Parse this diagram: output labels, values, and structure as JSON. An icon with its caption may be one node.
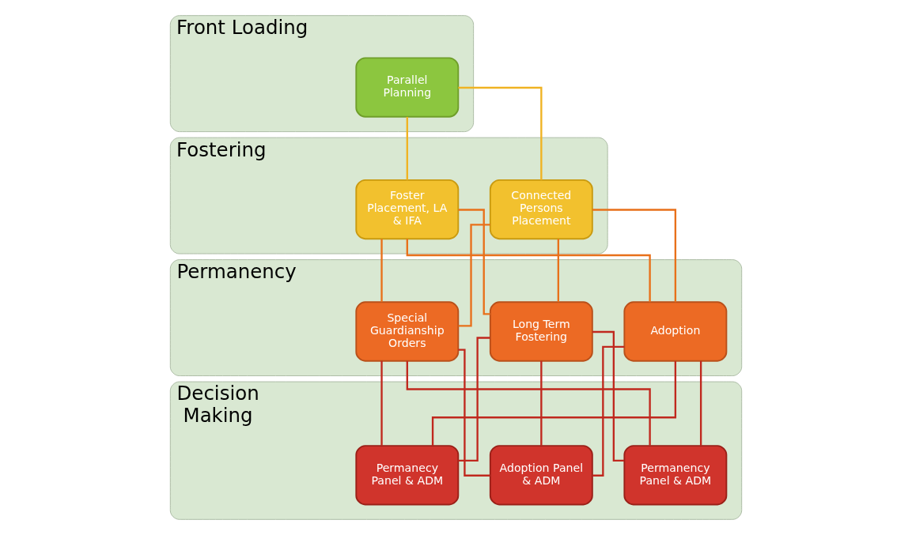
{
  "diagram": {
    "nodes": [
      {
        "text": [
          "Front Loading"
        ]
      },
      {
        "text": [
          "Parallel Planning"
        ],
        "in": 0
      },
      {
        "text": [
          "Fostering"
        ]
      },
      {
        "text": [
          "Foster Placement, LA & IFA"
        ],
        "in": 2
      },
      {
        "text": [
          "Connected Persons Placement"
        ],
        "in": 2
      },
      {
        "text": [
          "Permanency"
        ]
      },
      {
        "text": [
          "Long Term Fostering"
        ],
        "in": 5
      },
      {
        "text": [
          "Adoption"
        ],
        "in": 5
      },
      {
        "text": [
          "Special Guardianship Orders"
        ],
        "in": 5
      },
      {
        "text": [
          "Decision Making"
        ]
      },
      {
        "text": [
          "Permanecy Panel & ADM"
        ],
        "in": 9
      },
      {
        "text": [
          "Adoption Panel & ADM"
        ],
        "in": 9
      },
      {
        "text": [
          "Permanency Panel & ADM"
        ],
        "in": 9
      }
    ],
    "edges": [
      {
        "from": 1,
        "to": 3,
        "arrow": "none",
        "color": "#f0b323"
      },
      {
        "from": 1,
        "to": 4,
        "arrow": "none",
        "color": "#f0b323"
      },
      {
        "from": 3,
        "to": 6,
        "arrow": "none",
        "color": "#e8701a"
      },
      {
        "from": 3,
        "to": 7,
        "arrow": "none",
        "color": "#e8701a"
      },
      {
        "from": 3,
        "to": 8,
        "arrow": "none",
        "color": "#e8701a"
      },
      {
        "from": 4,
        "to": 6,
        "arrow": "none",
        "color": "#e8701a"
      },
      {
        "from": 4,
        "to": 7,
        "arrow": "none",
        "color": "#e8701a"
      },
      {
        "from": 4,
        "to": 8,
        "arrow": "none",
        "color": "#e8701a"
      },
      {
        "from": 6,
        "to": 10,
        "arrow": "none",
        "color": "#c0281e"
      },
      {
        "from": 6,
        "to": 11,
        "arrow": "none",
        "color": "#c0281e"
      },
      {
        "from": 6,
        "to": 12,
        "arrow": "none",
        "color": "#c0281e"
      },
      {
        "from": 7,
        "to": 10,
        "arrow": "none",
        "color": "#c0281e"
      },
      {
        "from": 7,
        "to": 11,
        "arrow": "none",
        "color": "#c0281e"
      },
      {
        "from": 7,
        "to": 12,
        "arrow": "none",
        "color": "#c0281e"
      },
      {
        "from": 8,
        "to": 10,
        "arrow": "none",
        "color": "#c0281e"
      },
      {
        "from": 8,
        "to": 11,
        "arrow": "none",
        "color": "#c0281e"
      },
      {
        "from": 8,
        "to": 12,
        "arrow": "none",
        "color": "#c0281e"
      }
    ]
  }
}
